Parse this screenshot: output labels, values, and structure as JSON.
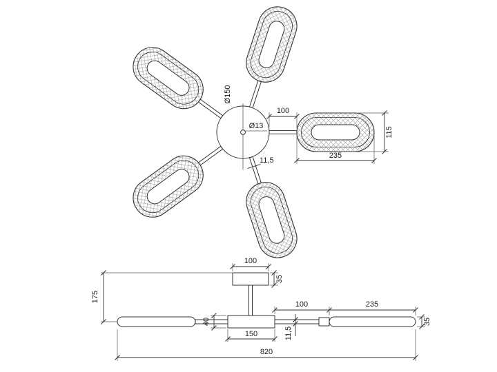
{
  "drawing": {
    "top_view": {
      "circle_diameter": "Ø150",
      "hole_diameter": "Ø13",
      "arm_length": "100",
      "shade_length": "235",
      "shade_width": "115",
      "arm_width": "11,5"
    },
    "side_view": {
      "canopy_width": "100",
      "canopy_height": "35",
      "drop_height": "175",
      "hub_height": "40",
      "hub_width": "150",
      "arm_thickness": "11,5",
      "arm_length": "100",
      "shade_length": "235",
      "shade_height": "35",
      "total_width": "820"
    },
    "colors": {
      "line": "#333333",
      "hatch": "#999999",
      "background": "#ffffff"
    }
  }
}
